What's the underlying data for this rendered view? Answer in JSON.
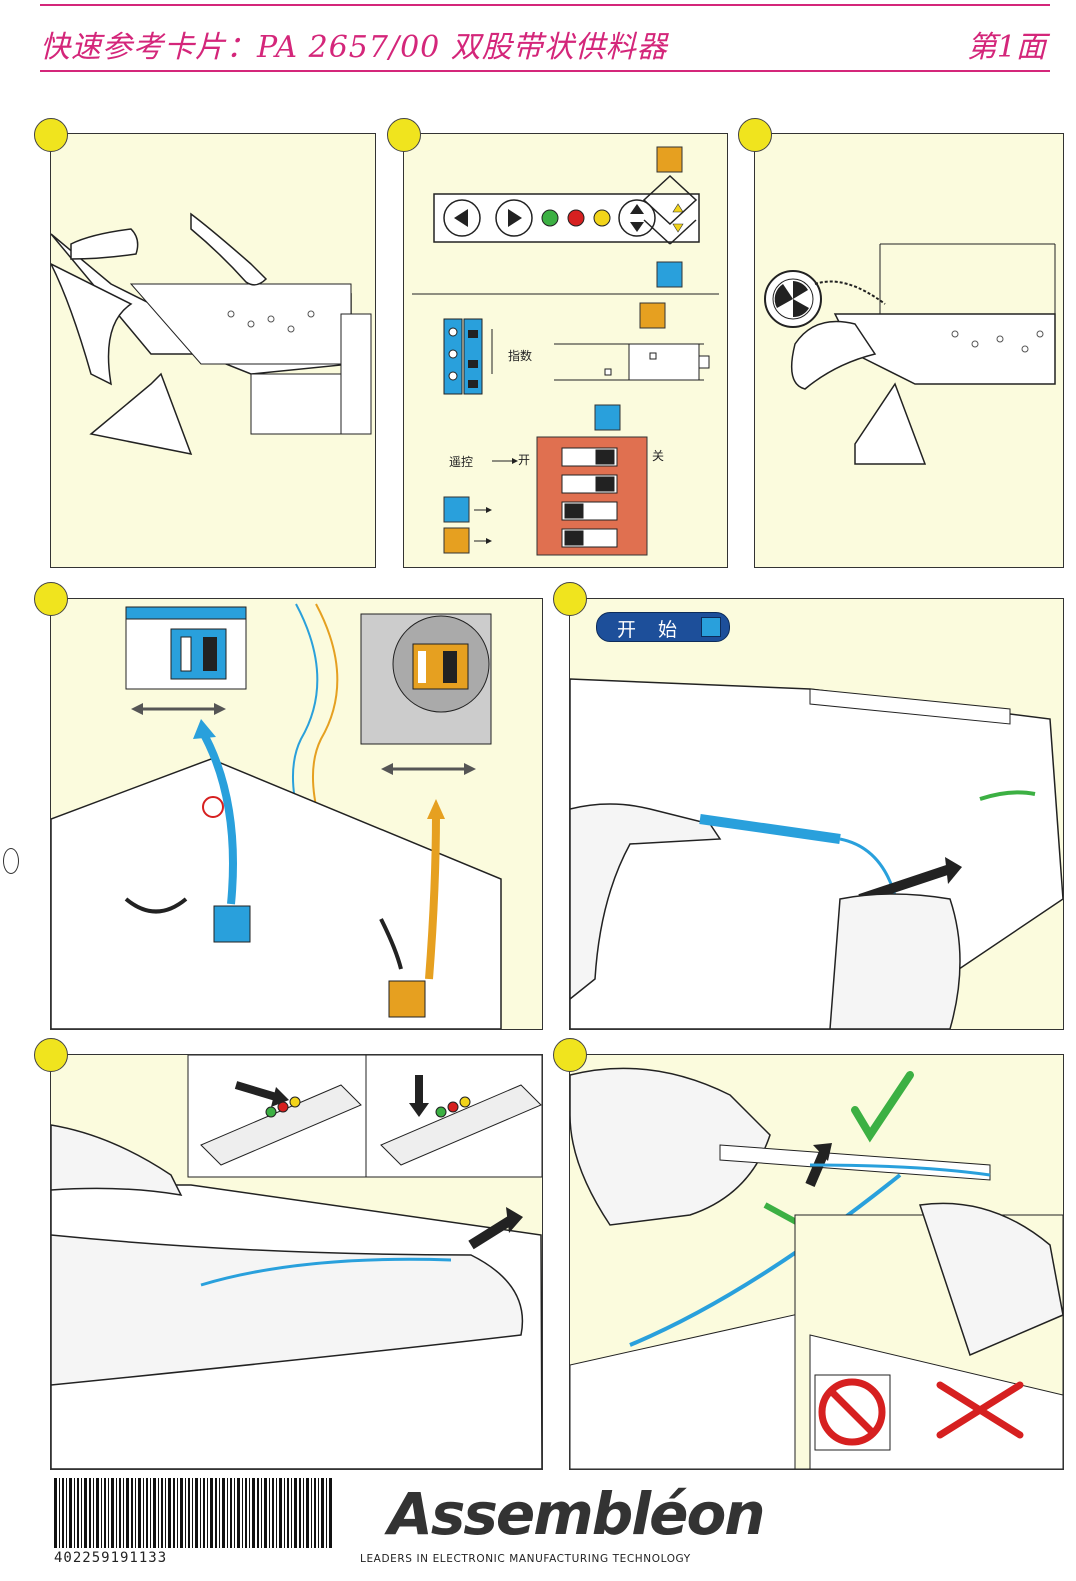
{
  "header": {
    "title": "快速参考卡片：PA 2657/00 双股带状供料器",
    "page_label": "第1面"
  },
  "panel2": {
    "pitch_label": "指数",
    "remote_label": "遥控",
    "on_label": "开",
    "off_label": "关"
  },
  "panel5": {
    "start_label": "开 始"
  },
  "footer": {
    "barcode_number": "402259191133",
    "logo_text": "Assembléon",
    "tagline": "LEADERS IN ELECTRONIC MANUFACTURING TECHNOLOGY"
  },
  "colors": {
    "accent": "#d4267a",
    "marker": "#f0e41e",
    "panel_bg": "#fbfbdd",
    "blue": "#29a0dc",
    "orange": "#e6a020",
    "switch_box": "#e07050",
    "check_green": "#3cb043",
    "cross_red": "#d62020"
  }
}
